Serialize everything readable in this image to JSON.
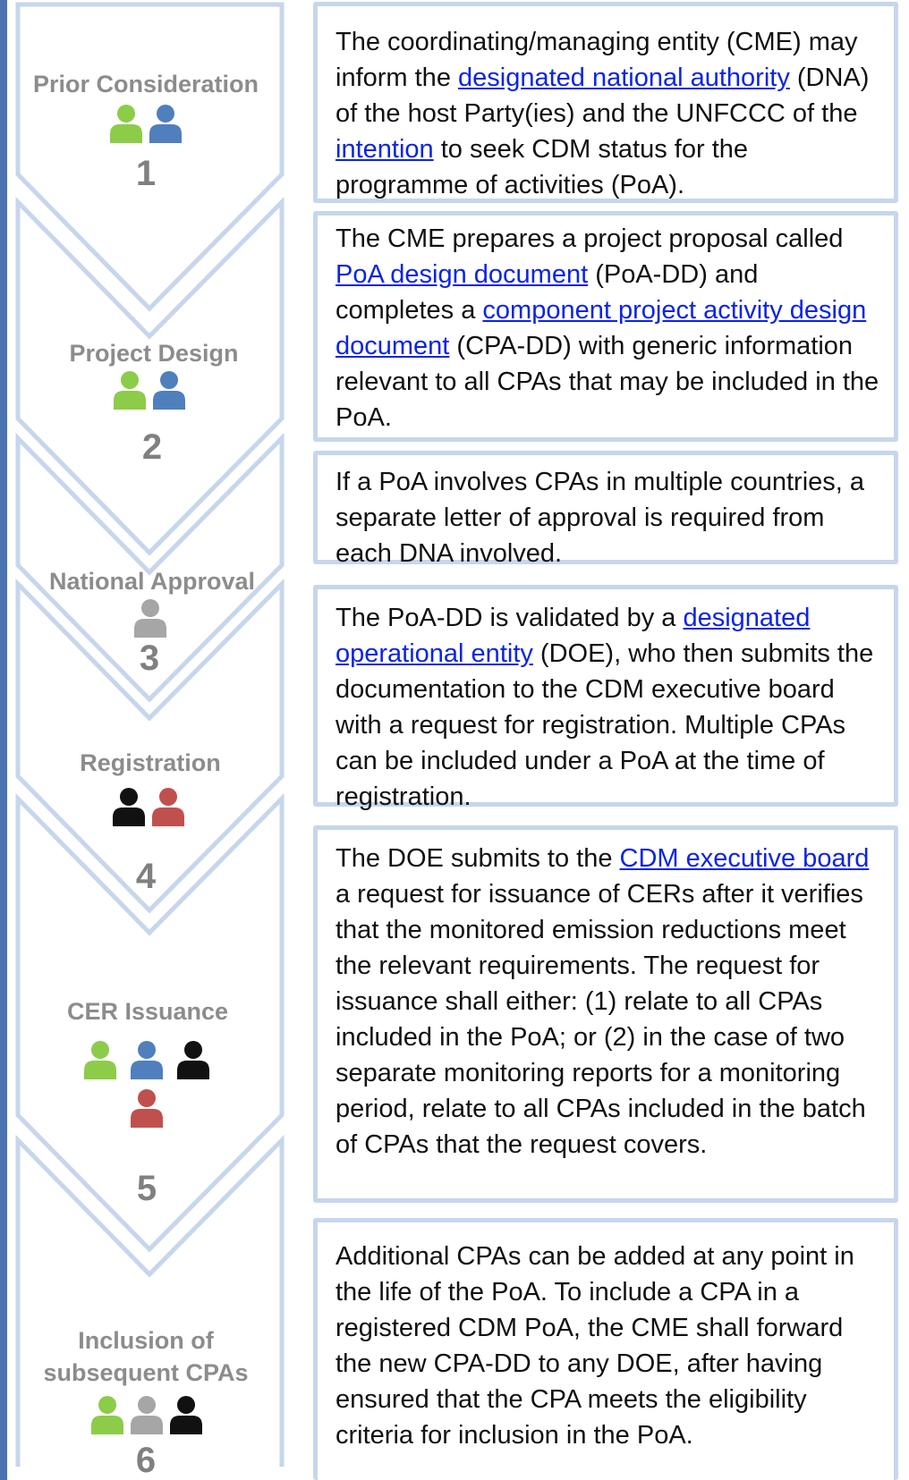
{
  "colors": {
    "green": "#8ccc48",
    "blue": "#4f7fbd",
    "gray": "#a6a6a6",
    "black": "#111111",
    "red": "#c0504d",
    "chevron": "#c6d6ec",
    "link": "#0b24e6"
  },
  "steps": [
    {
      "number": "1",
      "label": "Prior Consideration",
      "actors": [
        "green",
        "blue"
      ],
      "description": {
        "t1": "The coordinating/managing entity (CME) may inform the ",
        "l1": "designated national authority",
        "t2": " (DNA) of the host Party(ies) and the UNFCCC of the ",
        "l2": "intention",
        "t3": " to seek CDM status for the programme of activities (PoA)."
      }
    },
    {
      "number": "2",
      "label": "Project Design",
      "actors": [
        "green",
        "blue"
      ],
      "description": {
        "t1": "The CME prepares a project proposal called ",
        "l1": "PoA design document",
        "t2": " (PoA-DD) and completes a ",
        "l2": "component project activity design document",
        "t3": " (CPA-DD) with generic information relevant to all CPAs that may be included in the PoA."
      }
    },
    {
      "number": "3",
      "label": "National Approval",
      "actors": [
        "gray"
      ],
      "description": {
        "t1": "If a PoA involves CPAs in multiple countries, a separate letter of approval is required from each DNA involved."
      }
    },
    {
      "number": "4",
      "label": "Registration",
      "actors": [
        "black",
        "red"
      ],
      "description": {
        "t1": "The PoA-DD is validated by a ",
        "l1": "designated operational entity",
        "t2": " (DOE), who then submits the documentation to the CDM executive board with a request for registration. Multiple CPAs can be included under a PoA at the time of registration."
      }
    },
    {
      "number": "5",
      "label": "CER Issuance",
      "actors": [
        "green",
        "blue",
        "black",
        "red"
      ],
      "description": {
        "t1": "The DOE submits to the ",
        "l1": "CDM executive board",
        "t2": " a request for issuance of CERs after it verifies that the monitored emission reductions meet the relevant requirements. The request for issuance shall either: (1) relate to all CPAs included in the PoA; or (2) in the case of two separate monitoring reports for a monitoring period, relate to all CPAs included in the batch of CPAs that the request covers."
      }
    },
    {
      "number": "6",
      "label_line1": "Inclusion of",
      "label_line2": "subsequent CPAs",
      "actors": [
        "green",
        "gray",
        "black"
      ],
      "description": {
        "t1": "Additional CPAs can be added at any point in the life of the PoA. To include a CPA in a registered CDM PoA, the CME shall forward the new CPA-DD to any DOE, after having ensured that the CPA meets the eligibility criteria for inclusion in the PoA."
      }
    }
  ]
}
